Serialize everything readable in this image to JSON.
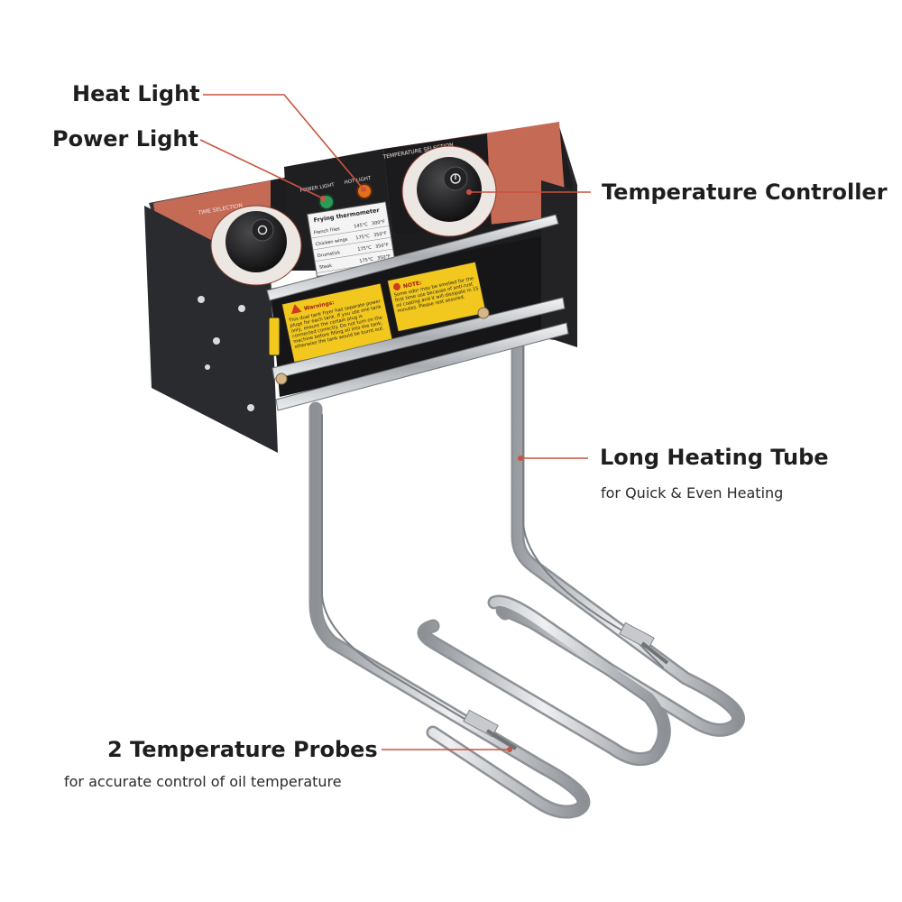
{
  "callouts": {
    "heat_light": "Heat Light",
    "power_light": "Power Light",
    "temperature_controller": "Temperature Controller",
    "long_heating_tube": "Long Heating Tube",
    "long_heating_tube_sub": "for Quick & Even Heating",
    "temperature_probes": "2 Temperature Probes",
    "temperature_probes_sub": "for accurate control of oil temperature"
  },
  "panel": {
    "time_selection": "TIME SELECTION",
    "temperature_selection": "TEMPERATURE SELECTION",
    "power_light_label": "POWER LIGHT",
    "hot_light_label": "HOT LIGHT",
    "thermo_title": "Frying thermometer",
    "thermo_rows": [
      [
        "French fries",
        "145°C",
        "300°F"
      ],
      [
        "Chicken wings",
        "175°C",
        "350°F"
      ],
      [
        "Drumstick",
        "175°C",
        "350°F"
      ],
      [
        "Steak",
        "175°C",
        "350°F"
      ]
    ],
    "warning_title": "Warnings:",
    "warning_text": "This dual tank fryer has separate power plugs for each tank. If you use one tank only, ensure the certain plug is connected correctly. Do not turn on the machine before filling oil into the tank, otherwise the tank would be burnt out.",
    "note_title": "NOTE:",
    "note_text": "Some odor may be smelled for the first time use because of anti-rust oil coating and it will dissipate in 15 minutes. Please rest assured."
  },
  "colors": {
    "accent_line": "#c9533f",
    "panel_orange": "#c46a55",
    "housing": "#1f1f22",
    "power_led": "#2f9a58",
    "heat_led": "#e0701e",
    "label_yellow": "#f2c81e",
    "steel": "#b7babe"
  },
  "icons": [
    "time-knob-icon",
    "temperature-knob-icon",
    "warning-icon"
  ]
}
